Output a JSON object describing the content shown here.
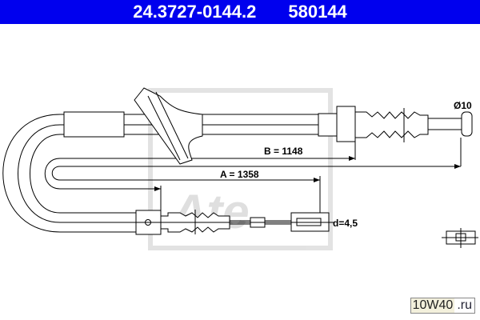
{
  "header": {
    "part_number": "24.3727-0144.2",
    "ref_number": "580144"
  },
  "dimensions": {
    "b": "B = 1148",
    "a": "A = 1358",
    "diameter": "Ø10",
    "d": "d=4,5"
  },
  "watermark": {
    "main": "10W40",
    "suffix": ".ru"
  },
  "colors": {
    "header_bg": "#0000ee",
    "header_text": "#ffffff"
  }
}
